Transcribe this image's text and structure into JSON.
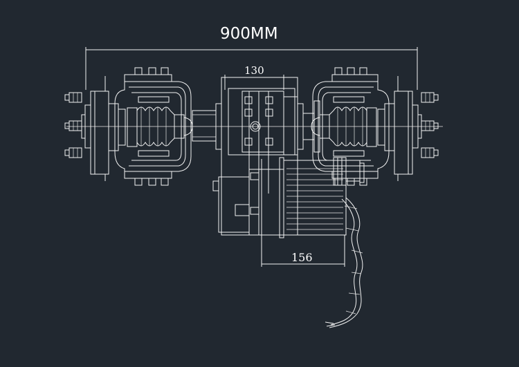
{
  "drawing": {
    "overall_width_label": "900MM",
    "center_section_label": "130",
    "motor_offset_label": "156",
    "line_color": "#f4f4f4",
    "background_color": "#212830"
  }
}
